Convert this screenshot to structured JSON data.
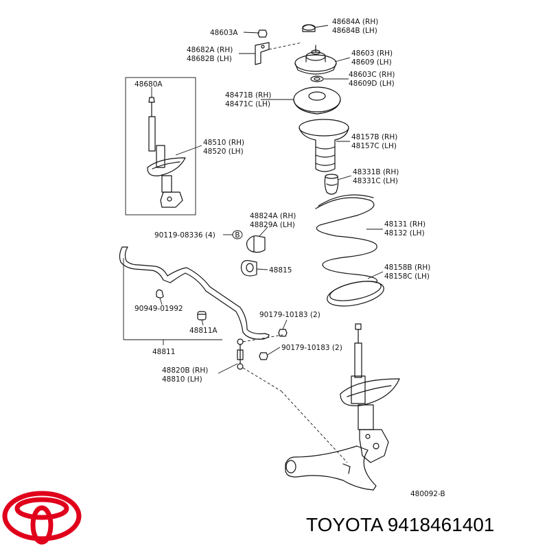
{
  "diagram": {
    "drawing_number": "480092-B",
    "labels": [
      {
        "id": "upper-seat-nut",
        "lines": [
          "48603A"
        ]
      },
      {
        "id": "mount-bracket",
        "lines": [
          "48682A (RH)",
          "48682B (LH)"
        ]
      },
      {
        "id": "mount-cap",
        "lines": [
          "48684A (RH)",
          "48684B (LH)"
        ]
      },
      {
        "id": "support-mount",
        "lines": [
          "48603 (RH)",
          "48609 (LH)"
        ]
      },
      {
        "id": "bearing",
        "lines": [
          "48603C (RH)",
          "48609D (LH)"
        ]
      },
      {
        "id": "upper-seat",
        "lines": [
          "48471B (RH)",
          "48471C (LH)"
        ]
      },
      {
        "id": "dust-boot",
        "lines": [
          "48157B (RH)",
          "48157C (LH)"
        ]
      },
      {
        "id": "bump-stop",
        "lines": [
          "48331B (RH)",
          "48331C (LH)"
        ]
      },
      {
        "id": "coil-spring",
        "lines": [
          "48131 (RH)",
          "48132 (LH)"
        ]
      },
      {
        "id": "spring-insulator",
        "lines": [
          "48158B (RH)",
          "48158C (LH)"
        ]
      },
      {
        "id": "strut-box",
        "lines": [
          "48680A"
        ]
      },
      {
        "id": "strut-assy",
        "lines": [
          "48510 (RH)",
          "48520 (LH)"
        ]
      },
      {
        "id": "bushing-bracket",
        "lines": [
          "48824A (RH)",
          "48829A (LH)"
        ]
      },
      {
        "id": "bracket-bolt",
        "lines": [
          "90119-08336 (4)"
        ]
      },
      {
        "id": "stabilizer-bushing",
        "lines": [
          "48815"
        ]
      },
      {
        "id": "bushing-small",
        "lines": [
          "90949-01992"
        ]
      },
      {
        "id": "stab-bushing-2",
        "lines": [
          "48811A"
        ]
      },
      {
        "id": "stabilizer-bar",
        "lines": [
          "48811"
        ]
      },
      {
        "id": "link-nut-upper",
        "lines": [
          "90179-10183 (2)"
        ]
      },
      {
        "id": "link-nut-lower",
        "lines": [
          "90179-10183 (2)"
        ]
      },
      {
        "id": "stab-link",
        "lines": [
          "48820B (RH)",
          "48810  (LH)"
        ]
      }
    ],
    "callout_marker": "B"
  },
  "footer": {
    "brand_text": "TOYOTA 9418461401",
    "logo_color": "#e0001b"
  }
}
